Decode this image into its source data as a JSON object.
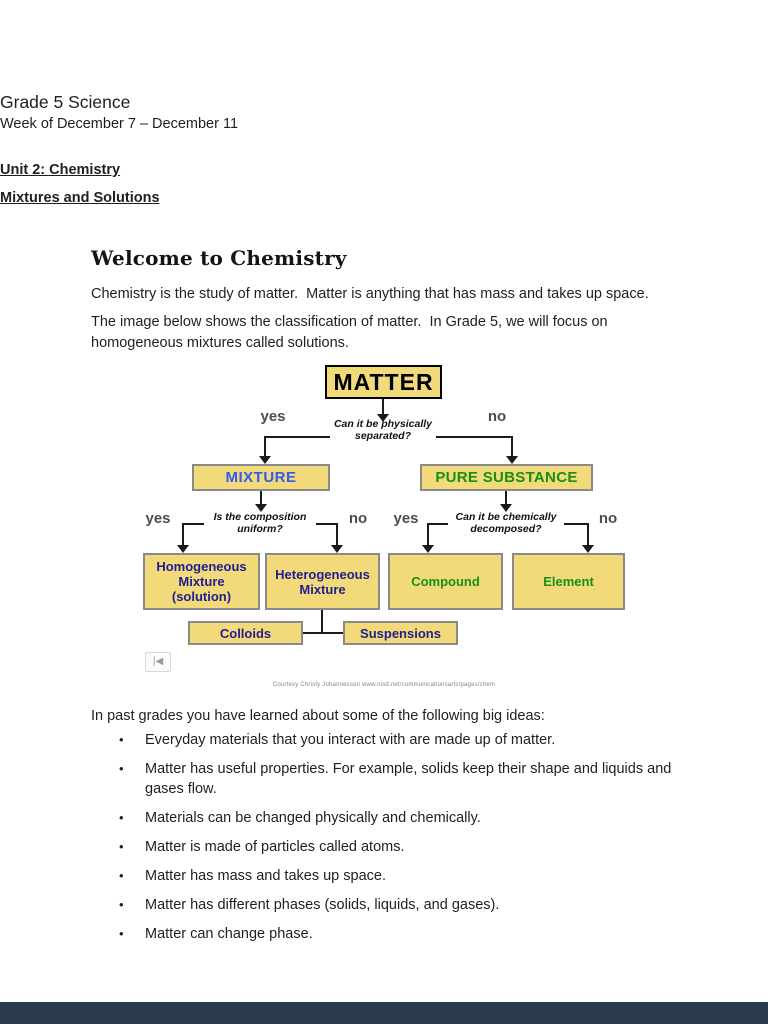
{
  "header": {
    "title": "Grade 5 Science",
    "week": "Week of December 7 – December 11",
    "unit": "Unit 2: Chemistry",
    "topic": "Mixtures and Solutions"
  },
  "section": {
    "heading": "Welcome to Chemistry",
    "para1": "Chemistry is the study of matter.  Matter is anything that has mass and takes up space.",
    "para2": "The image below shows the classification of matter.  In Grade 5, we will focus on homogeneous mixtures called solutions."
  },
  "diagram": {
    "boxes": {
      "matter": "MATTER",
      "mixture": "MIXTURE",
      "pure": "PURE SUBSTANCE",
      "homogeneous": "Homogeneous\nMixture\n(solution)",
      "heterogeneous": "Heterogeneous\nMixture",
      "compound": "Compound",
      "element": "Element",
      "colloids": "Colloids",
      "suspensions": "Suspensions"
    },
    "questions": {
      "q1": "Can it be physically\nseparated?",
      "q2": "Is the composition\nuniform?",
      "q3": "Can it be chemically\ndecomposed?"
    },
    "labels": {
      "yes": "yes",
      "no": "no"
    },
    "caption": "Courtesy Christy Johannesson www.nisd.net/communicationsarts/pages/chem",
    "colors": {
      "box_fill": "#f2da7b",
      "mixture_text": "#2d5cef",
      "pure_substance_text": "#169016",
      "navy_text": "#20208f",
      "footer_bar": "#2b3b4e"
    }
  },
  "media_control": {
    "glyph": "|◀"
  },
  "content": {
    "bullet_glyph": "•",
    "intro": "In past grades you have learned about some of the following big ideas:",
    "bullets": [
      "Everyday materials that you interact with are made up of matter.",
      "Matter has useful properties. For example, solids keep their shape and liquids and gases flow.",
      "Materials can be changed physically and chemically.",
      "Matter is made of particles called atoms.",
      "Matter has mass and takes up space.",
      "Matter has different phases (solids, liquids, and gases).",
      "Matter can change phase."
    ]
  }
}
